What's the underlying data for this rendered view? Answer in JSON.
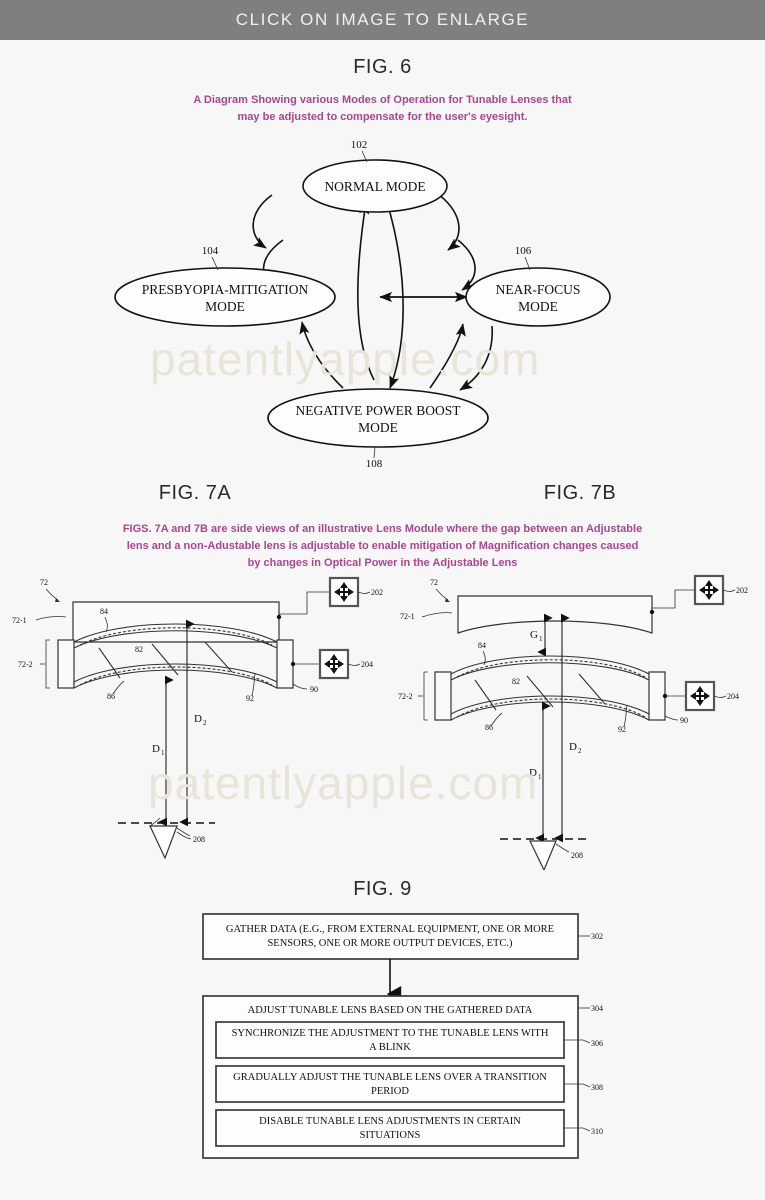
{
  "banner": {
    "text": "CLICK ON IMAGE TO ENLARGE",
    "bg_color": "#7f7f7f",
    "text_color": "#f0f0f0"
  },
  "page": {
    "background_color": "#f7f7f7",
    "caption_color": "#a8478e",
    "watermark_text": "patentlyapple.com",
    "watermark_color": "#e9e4d8"
  },
  "figures": [
    {
      "id": "fig6",
      "title": "FIG. 6",
      "caption_line1": "A Diagram Showing various Modes of Operation for Tunable Lenses that",
      "caption_line2": "may be adjusted to compensate for the user's eyesight.",
      "type": "state-diagram",
      "nodes": [
        {
          "ref": "102",
          "label_line1": "NORMAL MODE",
          "label_line2": ""
        },
        {
          "ref": "104",
          "label_line1": "PRESBYOPIA-MITIGATION",
          "label_line2": "MODE"
        },
        {
          "ref": "106",
          "label_line1": "NEAR-FOCUS",
          "label_line2": "MODE"
        },
        {
          "ref": "108",
          "label_line1": "NEGATIVE POWER BOOST",
          "label_line2": "MODE"
        }
      ]
    },
    {
      "id": "fig7a",
      "title": "FIG. 7A",
      "refs": {
        "module": "72",
        "lens_upper": "72-1",
        "lens_lower": "72-2",
        "surface_top": "84",
        "fluid": "82",
        "surface_bottom": "86",
        "structure": "92",
        "frame": "90",
        "actuator_top": "202",
        "actuator_bottom": "204",
        "eye": "208",
        "dim_d1": "D",
        "dim_d1_sub": "1",
        "dim_d2": "D",
        "dim_d2_sub": "2"
      }
    },
    {
      "id": "fig7b",
      "title": "FIG. 7B",
      "refs": {
        "module": "72",
        "lens_upper": "72-1",
        "lens_lower": "72-2",
        "surface_top": "84",
        "fluid": "82",
        "surface_bottom": "86",
        "structure": "92",
        "frame": "90",
        "actuator_top": "202",
        "actuator_bottom": "204",
        "eye": "208",
        "gap": "G",
        "gap_sub": "1",
        "dim_d1": "D",
        "dim_d1_sub": "1",
        "dim_d2": "D",
        "dim_d2_sub": "2"
      }
    },
    {
      "id": "fig9",
      "title": "FIG. 9",
      "type": "flowchart"
    }
  ],
  "fig7_caption": {
    "line1": "FIGS. 7A and 7B are side views of an illustrative Lens Module where the gap between an Adjustable",
    "line2": "lens and a non-Adustable lens is adjustable to enable mitigation of Magnification changes caused",
    "line3": "by changes in Optical Power in the Adjustable Lens"
  },
  "fig9_flow": {
    "step1": {
      "ref": "302",
      "line1": "GATHER DATA (E.G., FROM EXTERNAL EQUIPMENT, ONE OR MORE",
      "line2": "SENSORS, ONE OR MORE OUTPUT DEVICES, ETC.)"
    },
    "step2": {
      "ref": "304",
      "line1": "ADJUST TUNABLE LENS BASED ON THE GATHERED DATA"
    },
    "substeps": [
      {
        "ref": "306",
        "line1": "SYNCHRONIZE THE ADJUSTMENT TO THE TUNABLE LENS WITH",
        "line2": "A BLINK"
      },
      {
        "ref": "308",
        "line1": "GRADUALLY ADJUST THE TUNABLE LENS OVER A TRANSITION",
        "line2": "PERIOD"
      },
      {
        "ref": "310",
        "line1": "DISABLE TUNABLE LENS ADJUSTMENTS IN CERTAIN",
        "line2": "SITUATIONS"
      }
    ]
  }
}
